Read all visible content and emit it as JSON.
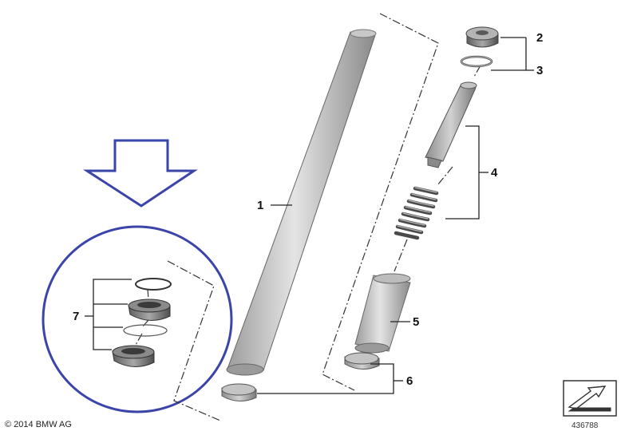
{
  "callouts": {
    "c1": "1",
    "c2": "2",
    "c3": "3",
    "c4": "4",
    "c5": "5",
    "c6": "6",
    "c7": "7"
  },
  "footer": {
    "copyright": "© 2014 BMW AG",
    "diagram_id": "436788"
  },
  "colors": {
    "highlight": "#3b44a8",
    "line": "#222222",
    "part_gray": "#a8a8a8"
  },
  "icons": [
    "highlight-arrow-icon",
    "zoom-circle",
    "view-direction-icon"
  ]
}
